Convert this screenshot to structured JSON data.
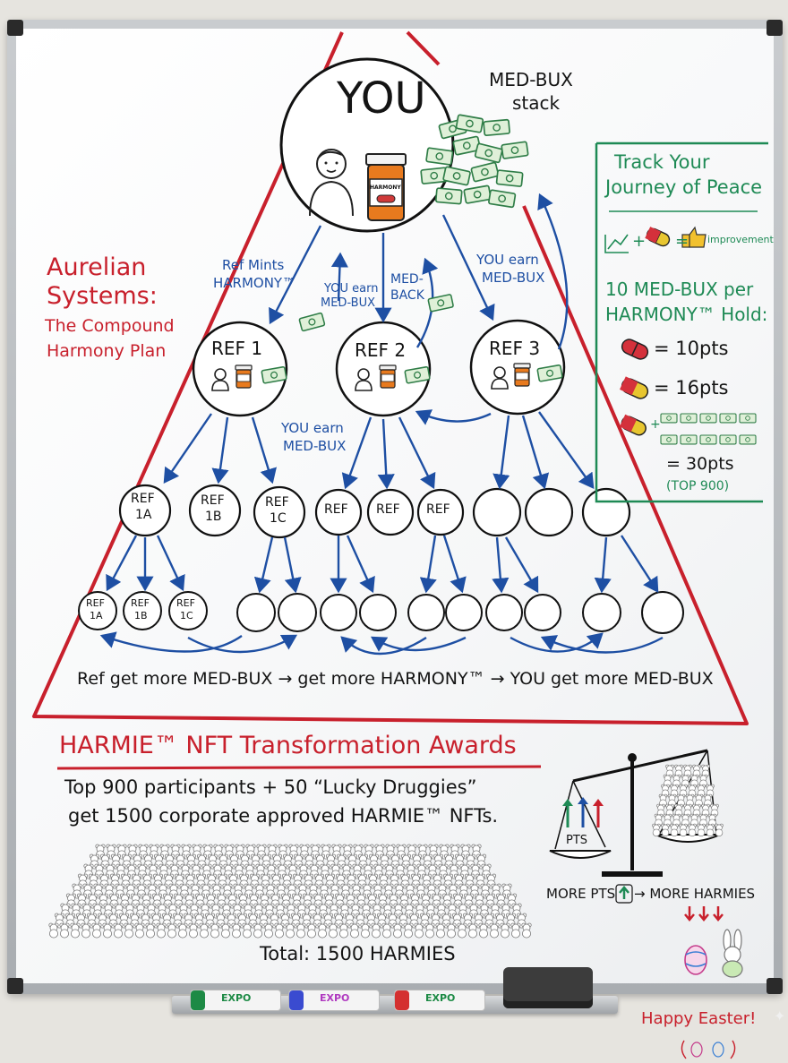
{
  "top": {
    "you_label": "YOU",
    "pill_label": "HARMONY",
    "stack_label_line1": "MED-BUX",
    "stack_label_line2": "stack"
  },
  "side_title": {
    "line1": "Aurelian",
    "line2": "Systems:",
    "line3": "The Compound",
    "line4": "Harmony Plan"
  },
  "flow_labels": {
    "ref_mints_line1": "Ref Mints",
    "ref_mints_line2": "HARMONY™",
    "you_earn_a_line1": "YOU earn",
    "you_earn_a_line2": "MED-BUX",
    "med_back_line1": "MED-",
    "med_back_line2": "BACK",
    "you_earn_b_line1": "YOU earn",
    "you_earn_b_line2": "MED-BUX",
    "you_earn_c_line1": "YOU earn",
    "you_earn_c_line2": "MED-BUX"
  },
  "refs": {
    "ref1": "REF 1",
    "ref2": "REF 2",
    "ref3": "REF 3"
  },
  "row3": [
    {
      "line1": "REF",
      "line2": "1A"
    },
    {
      "line1": "REF",
      "line2": "1B"
    },
    {
      "line1": "REF",
      "line2": "1C"
    },
    {
      "line1": "REF",
      "line2": ""
    },
    {
      "line1": "REF",
      "line2": ""
    },
    {
      "line1": "REF",
      "line2": ""
    }
  ],
  "row4": [
    {
      "line1": "REF",
      "line2": "1A"
    },
    {
      "line1": "REF",
      "line2": "1B"
    },
    {
      "line1": "REF",
      "line2": "1C"
    }
  ],
  "bottom_flow": "Ref get more MED-BUX → get more HARMONY™ → YOU get more MED-BUX",
  "points_box": {
    "title_line1": "Track Your",
    "title_line2": "Journey of Peace",
    "improvement": "improvement",
    "rate_line1": "10 MED-BUX per",
    "rate_line2": "HARMONY™ Hold:",
    "pts1": "= 10pts",
    "pts2": "= 16pts",
    "pts3": "= 30pts",
    "top_note": "(TOP 900)"
  },
  "awards": {
    "title": "HARMIE™ NFT Transformation Awards",
    "line1": "Top 900 participants + 50 “Lucky Druggies”",
    "line2": "get 1500 corporate approved HARMIE™ NFTs.",
    "total": "Total: 1500 HARMIES"
  },
  "scale": {
    "pts_label": "PTS",
    "more_pts": "MORE PTS",
    "more_harmies": "→ MORE HARMIES"
  },
  "easter": {
    "line1": "Happy Easter!"
  },
  "markers": [
    "EXPO",
    "EXPO",
    "EXPO"
  ],
  "colors": {
    "red": "#c8202c",
    "blue": "#1e4fa3",
    "green": "#1e8a55",
    "money": "#5fae6e",
    "pill_orange": "#e87a1e"
  }
}
